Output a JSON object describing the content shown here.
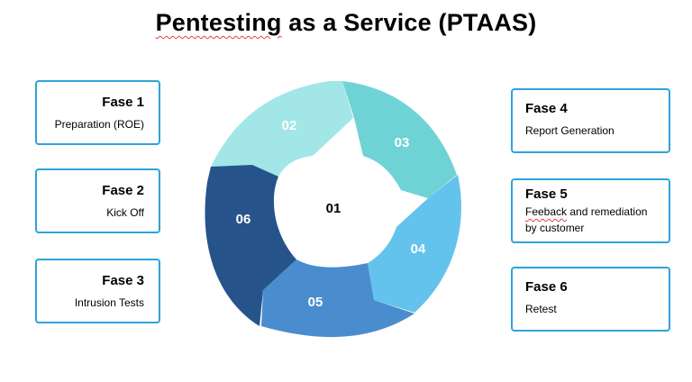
{
  "title": {
    "prefix": "Pentesting",
    "rest": " as a Service (PTAAS)"
  },
  "phases": [
    {
      "label": "Fase 1",
      "desc": "Preparation (ROE)"
    },
    {
      "label": "Fase 2",
      "desc": "Kick Off"
    },
    {
      "label": "Fase 3",
      "desc": "Intrusion Tests"
    },
    {
      "label": "Fase 4",
      "desc": "Report Generation"
    },
    {
      "label": "Fase 5",
      "desc_word": "Feeback",
      "desc_rest": " and remediation",
      "desc_line2": "by customer"
    },
    {
      "label": "Fase 6",
      "desc": "Retest"
    }
  ],
  "cycle": {
    "center": "01",
    "segments": [
      {
        "num": "02",
        "color": "#a2e6e7"
      },
      {
        "num": "03",
        "color": "#6fd3d6"
      },
      {
        "num": "04",
        "color": "#64c3ec"
      },
      {
        "num": "05",
        "color": "#4a8dcf"
      },
      {
        "num": "06",
        "color": "#26538a"
      }
    ]
  },
  "colors": {
    "box_border": "#2ea3d9"
  }
}
